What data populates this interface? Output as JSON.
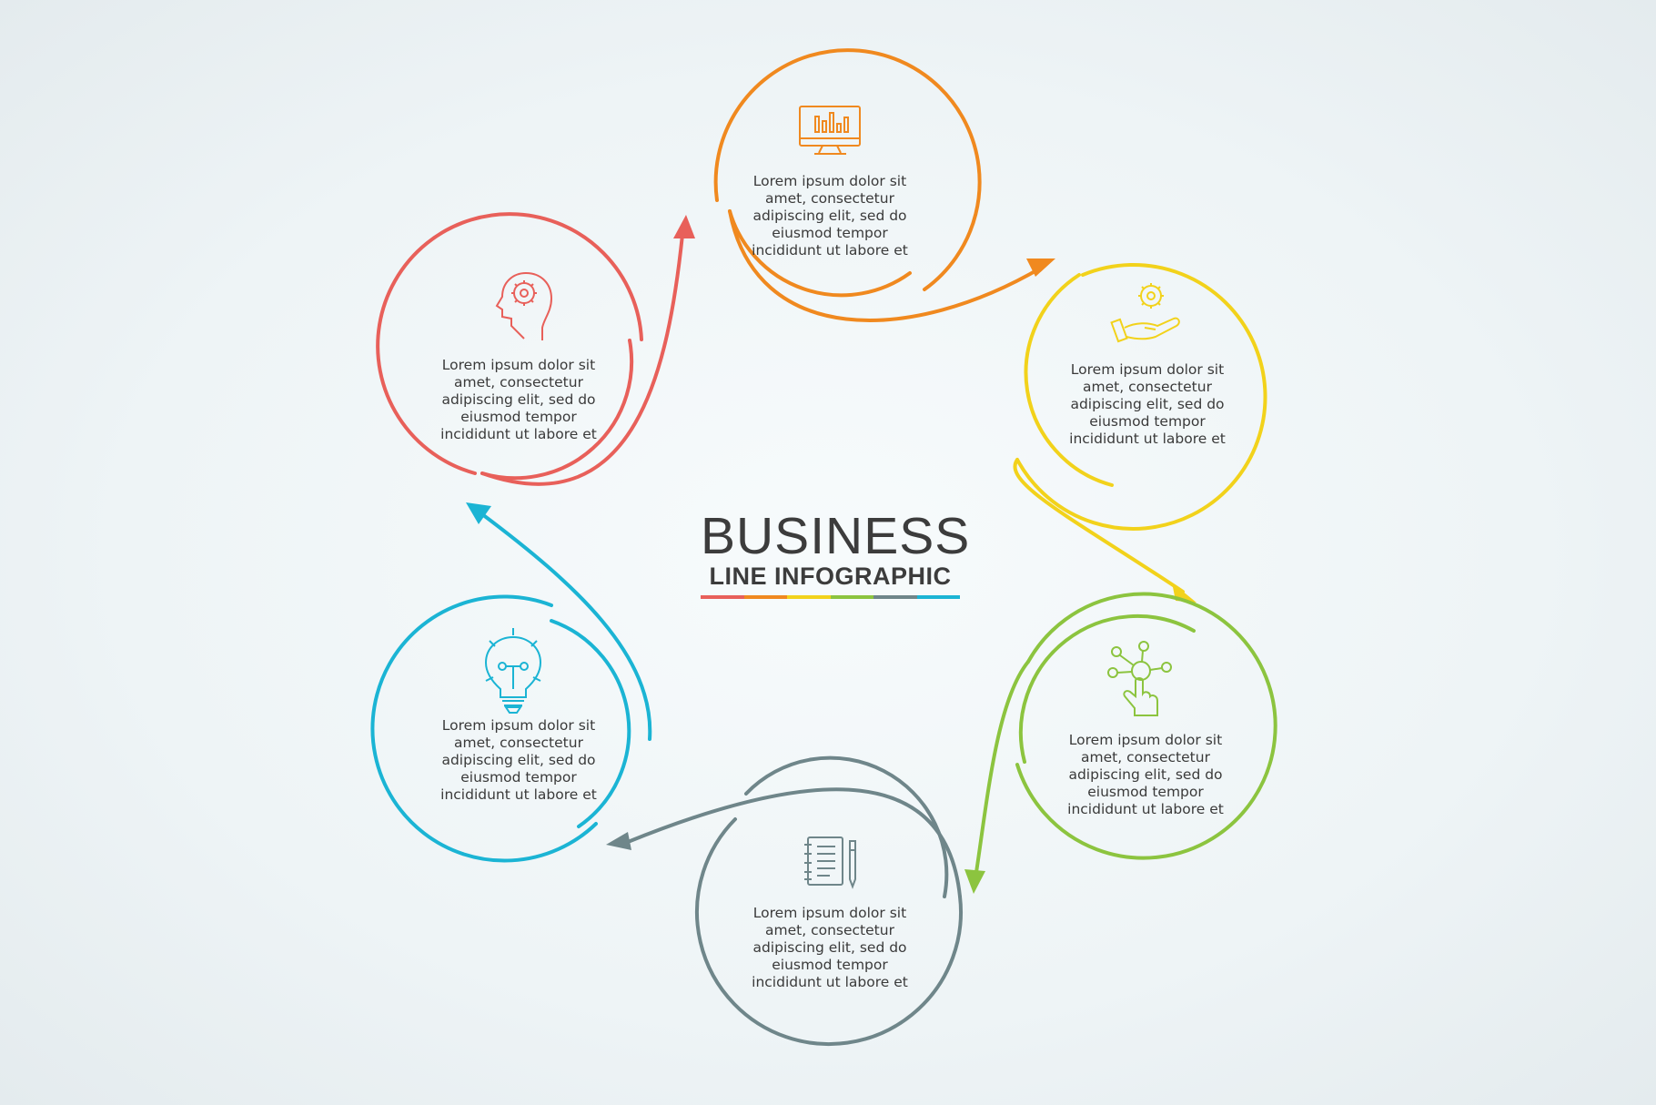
{
  "title": {
    "main": "BUSINESS",
    "sub": "LINE INFOGRAPHIC"
  },
  "colors": {
    "red": "#e8605a",
    "orange": "#f0891f",
    "yellow": "#f2d21b",
    "green": "#8cc43f",
    "gray": "#6f868a",
    "blue": "#1bb4d4"
  },
  "steps": [
    {
      "id": "orange",
      "icon": "monitor-chart-icon",
      "color": "#f0891f",
      "lines": [
        "Lorem ipsum dolor sit",
        "amet, consectetur",
        "adipiscing elit, sed do",
        "eiusmod tempor",
        "incididunt ut labore et"
      ]
    },
    {
      "id": "yellow",
      "icon": "hand-gear-icon",
      "color": "#f2d21b",
      "lines": [
        "Lorem ipsum dolor sit",
        "amet, consectetur",
        "adipiscing elit, sed do",
        "eiusmod tempor",
        "incididunt ut labore et"
      ]
    },
    {
      "id": "green",
      "icon": "touch-network-icon",
      "color": "#8cc43f",
      "lines": [
        "Lorem ipsum dolor sit",
        "amet, consectetur",
        "adipiscing elit, sed do",
        "eiusmod tempor",
        "incididunt ut labore et"
      ]
    },
    {
      "id": "gray",
      "icon": "notebook-pen-icon",
      "color": "#6f868a",
      "lines": [
        "Lorem ipsum dolor sit",
        "amet, consectetur",
        "adipiscing elit, sed do",
        "eiusmod tempor",
        "incididunt ut labore et"
      ]
    },
    {
      "id": "blue",
      "icon": "lightbulb-icon",
      "color": "#1bb4d4",
      "lines": [
        "Lorem ipsum dolor sit",
        "amet, consectetur",
        "adipiscing elit, sed do",
        "eiusmod tempor",
        "incididunt ut labore et"
      ]
    },
    {
      "id": "red",
      "icon": "head-gear-icon",
      "color": "#e8605a",
      "lines": [
        "Lorem ipsum dolor sit",
        "amet, consectetur",
        "adipiscing elit, sed do",
        "eiusmod tempor",
        "incididunt ut labore et"
      ]
    }
  ]
}
